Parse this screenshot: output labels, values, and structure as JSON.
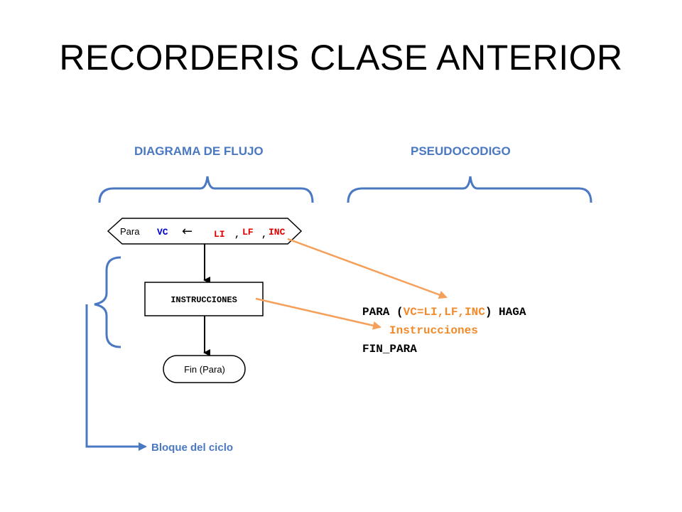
{
  "slide": {
    "title": "RECORDERIS CLASE ANTERIOR"
  },
  "labels": {
    "flowchart": "DIAGRAMA DE FLUJO",
    "pseudocode": "PSEUDOCODIGO",
    "loop_block": "Bloque del ciclo"
  },
  "flowchart": {
    "para_word": "Para",
    "vc": "VC",
    "arrow": "←",
    "li": "LI",
    "lf": "LF",
    "inc": "INC",
    "comma1": ",",
    "comma2": ",",
    "instructions": "INSTRUCCIONES",
    "end": "Fin (Para)"
  },
  "pseudocode": {
    "line1_prefix": "PARA (",
    "line1_params": "VC=LI,LF,INC",
    "line1_suffix": ") HAGA",
    "line2": "Instrucciones",
    "line3": "FIN_PARA"
  },
  "colors": {
    "brace": "#4a78c2",
    "orange": "#f5a05a",
    "red": "#e00000",
    "blue": "#0000cc",
    "pseudo_orange": "#f08a2a"
  }
}
